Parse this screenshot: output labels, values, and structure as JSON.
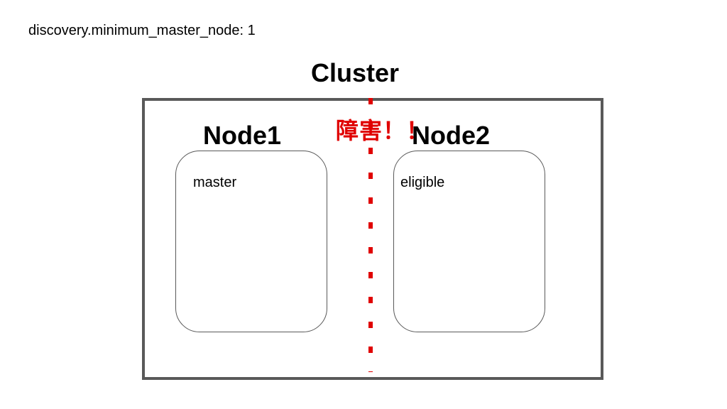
{
  "config": {
    "text": "discovery.minimum_master_node: 1"
  },
  "cluster": {
    "title": "Cluster"
  },
  "nodes": [
    {
      "title": "Node1",
      "role": "master"
    },
    {
      "title": "Node2",
      "role": "eligible"
    }
  ],
  "fault": {
    "label": "障害！！",
    "color": "#e00000"
  },
  "colors": {
    "border": "#595959",
    "text": "#000000",
    "background": "#ffffff"
  }
}
